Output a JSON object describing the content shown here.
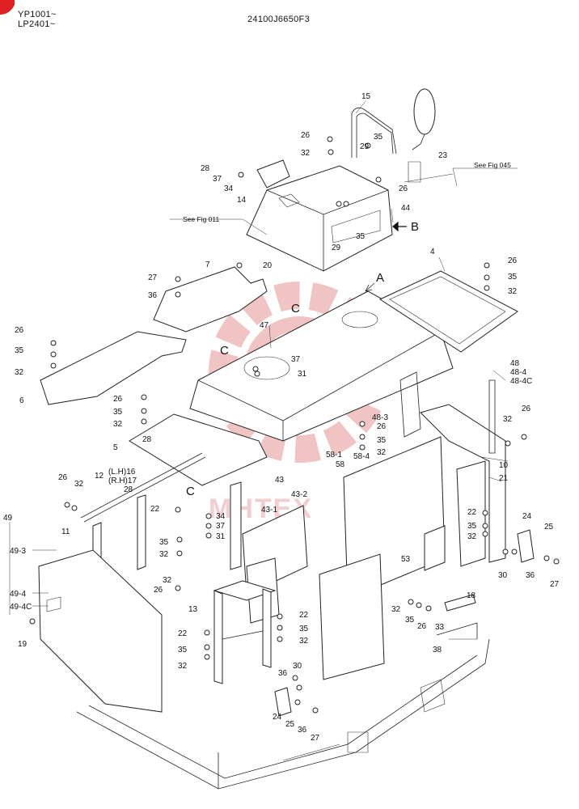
{
  "header": {
    "models": [
      "YP1001~",
      "LP2401~"
    ],
    "part_number": "24100J6650F3"
  },
  "watermark": {
    "text": "MHTEX",
    "color": "#e48a8a"
  },
  "refs": {
    "fig045": "See Fig 045",
    "fig011": "See Fig 011"
  },
  "view_letters": {
    "a": "A",
    "b": "B",
    "c": "C"
  },
  "callouts": [
    "15",
    "35",
    "26",
    "32",
    "29",
    "23",
    "28",
    "37",
    "34",
    "14",
    "26",
    "44",
    "29",
    "35",
    "4",
    "7",
    "20",
    "27",
    "36",
    "26",
    "35",
    "32",
    "26",
    "35",
    "32",
    "6",
    "47",
    "37",
    "31",
    "48",
    "48-4",
    "48-4C",
    "26",
    "32",
    "10",
    "21",
    "26",
    "35",
    "32",
    "5",
    "48-3",
    "26",
    "35",
    "58-1",
    "58-4",
    "58",
    "32",
    "12",
    "(L.H)16",
    "(R.H)17",
    "28",
    "28",
    "26",
    "32",
    "43",
    "43-2",
    "43-1",
    "22",
    "34",
    "37",
    "31",
    "35",
    "32",
    "11",
    "49",
    "49-3",
    "49-4",
    "49-4C",
    "19",
    "32",
    "26",
    "13",
    "22",
    "35",
    "32",
    "22",
    "35",
    "32",
    "53",
    "22",
    "35",
    "32",
    "24",
    "25",
    "30",
    "36",
    "27",
    "18",
    "32",
    "35",
    "26",
    "33",
    "38",
    "36",
    "30",
    "24",
    "25",
    "36",
    "27"
  ]
}
